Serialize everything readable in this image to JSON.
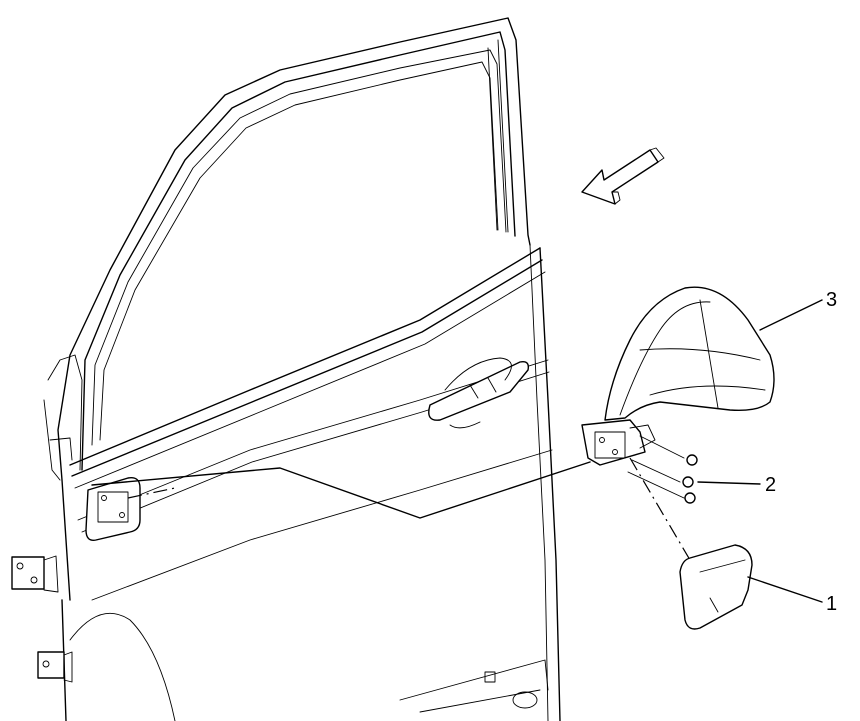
{
  "callouts": [
    {
      "id": "1",
      "label": "1"
    },
    {
      "id": "2",
      "label": "2"
    },
    {
      "id": "3",
      "label": "3"
    }
  ],
  "icons": {
    "direction_arrow": "forward-arrow-icon"
  }
}
